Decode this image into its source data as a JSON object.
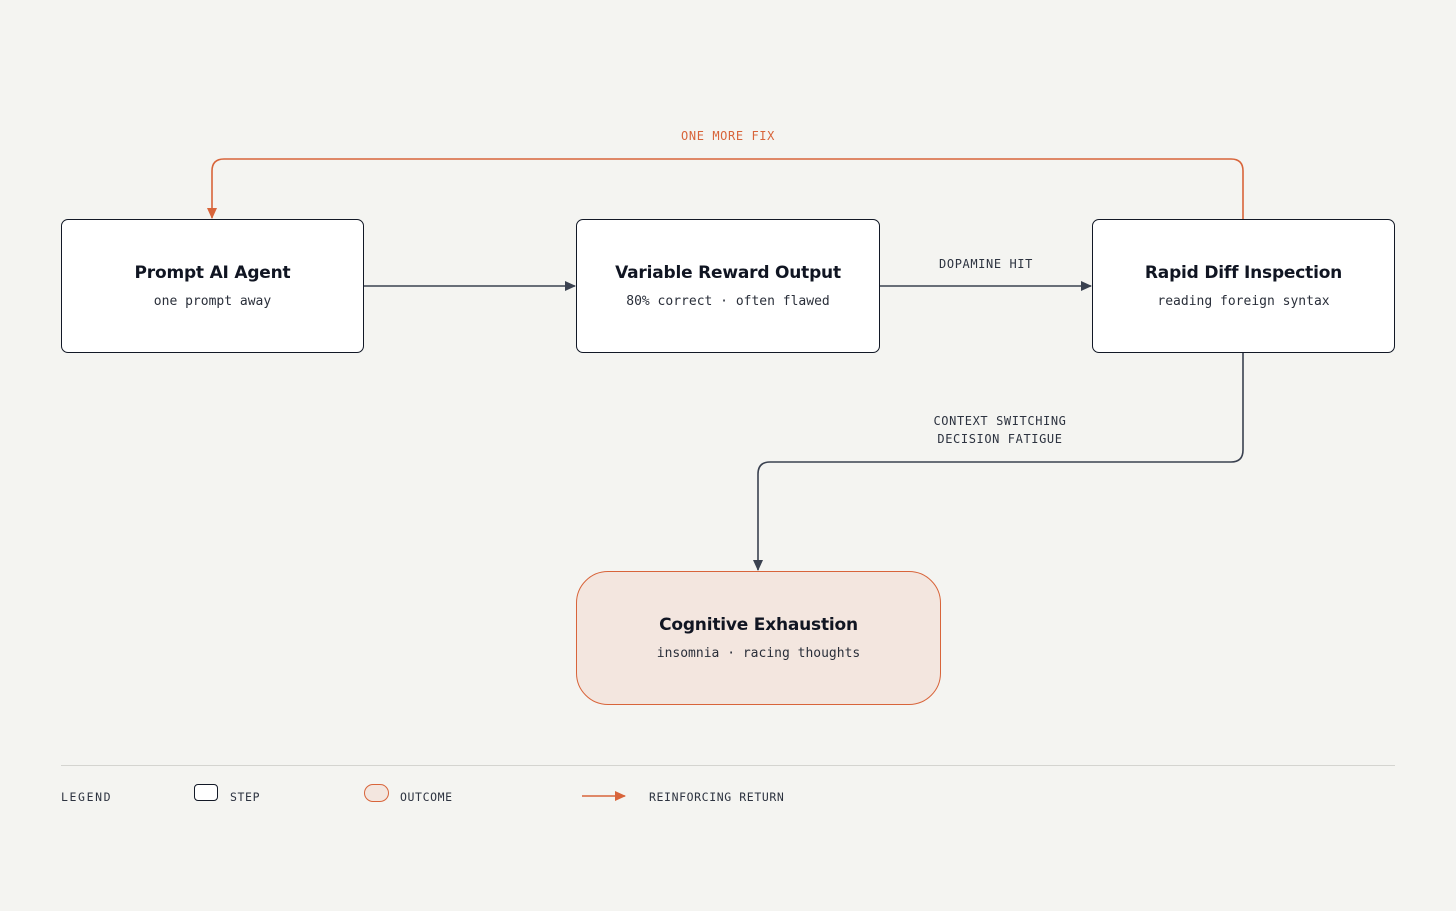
{
  "colors": {
    "background": "#f4f4f1",
    "step_border": "#121826",
    "edge": "#3a4150",
    "accent": "#d8643a",
    "outcome_fill": "#f3e6df"
  },
  "nodes": {
    "prompt": {
      "title": "Prompt AI Agent",
      "subtitle": "one prompt away"
    },
    "reward": {
      "title": "Variable Reward Output",
      "subtitle": "80% correct · often flawed"
    },
    "diff": {
      "title": "Rapid Diff Inspection",
      "subtitle": "reading foreign syntax"
    },
    "exhaustion": {
      "title": "Cognitive Exhaustion",
      "subtitle": "insomnia · racing thoughts"
    }
  },
  "edges": {
    "loop_label": "ONE MORE FIX",
    "dopamine_label": "DOPAMINE HIT",
    "fatigue_label_line1": "CONTEXT SWITCHING",
    "fatigue_label_line2": "DECISION FATIGUE"
  },
  "legend": {
    "title": "LEGEND",
    "step": "STEP",
    "outcome": "OUTCOME",
    "reinforcing": "REINFORCING RETURN"
  }
}
